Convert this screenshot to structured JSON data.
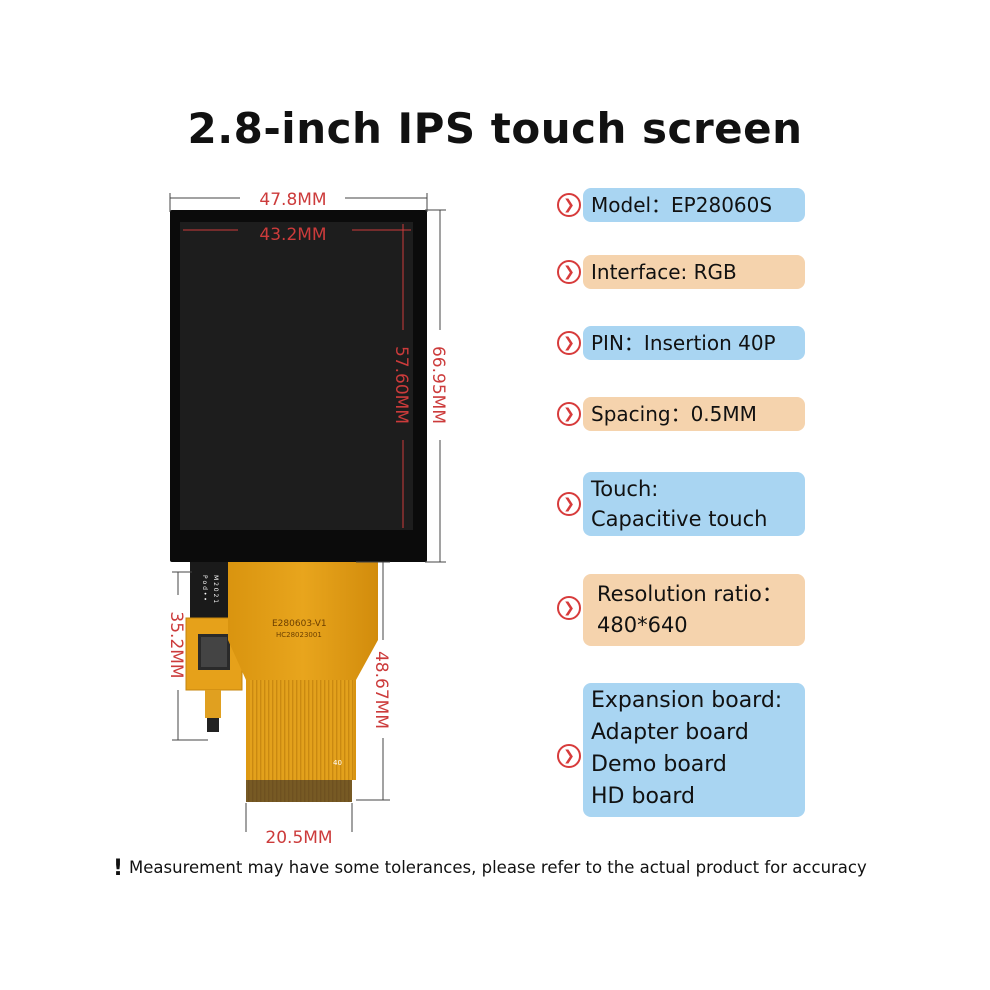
{
  "title": "2.8-inch IPS touch screen",
  "dimensions": {
    "outer_width": "47.8MM",
    "active_width": "43.2MM",
    "active_height": "57.60MM",
    "outer_height": "66.95MM",
    "tail_height": "48.67MM",
    "touch_tail_height": "35.2MM",
    "tail_width": "20.5MM"
  },
  "fpc_label": "E280603-V1",
  "fpc_code": "HC28023001",
  "fpc_pin_mark": "40",
  "specs": [
    {
      "lines": [
        "Model：EP28060S"
      ],
      "color": "blue"
    },
    {
      "lines": [
        "Interface: RGB"
      ],
      "color": "orange"
    },
    {
      "lines": [
        "PIN：Insertion 40P"
      ],
      "color": "blue"
    },
    {
      "lines": [
        "Spacing：0.5MM"
      ],
      "color": "orange"
    },
    {
      "lines": [
        "Touch:",
        "Capacitive touch"
      ],
      "color": "blue"
    },
    {
      "lines": [
        "Resolution ratio：",
        "480*640"
      ],
      "color": "orange"
    },
    {
      "lines": [
        "Expansion board:",
        "Adapter board",
        "Demo board",
        "HD board"
      ],
      "color": "blue"
    }
  ],
  "colors": {
    "blue": "#a9d5f2",
    "orange": "#f5d3ad",
    "accent": "#d73b3b",
    "dimension": "#cc3b3b"
  },
  "icons": {
    "bullet": "right-arrow-circle-icon",
    "note": "exclamation-icon"
  },
  "note": {
    "mark": "!",
    "text": "Measurement may have some tolerances, please refer to the actual product for accuracy"
  }
}
